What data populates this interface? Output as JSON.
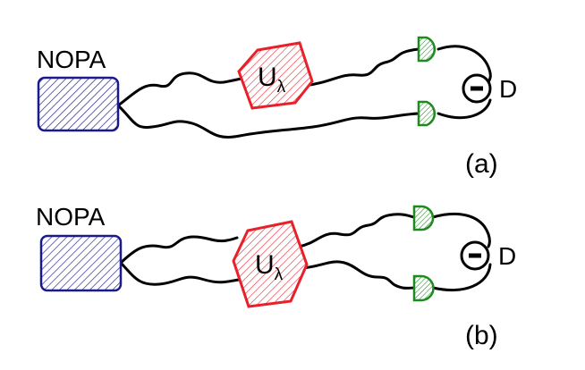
{
  "colors": {
    "nopa": "#1a1a8c",
    "unitary": "#e8202a",
    "detector": "#1f8a1f",
    "fiber": "#000000"
  },
  "panels": [
    {
      "nopa_label": "NOPA",
      "unitary_label": "U",
      "unitary_subscript": "λ",
      "detector_symbol": "−",
      "detector_label": "D",
      "panel_label": "(a)"
    },
    {
      "nopa_label": "NOPA",
      "unitary_label": "U",
      "unitary_subscript": "λ",
      "detector_symbol": "−",
      "detector_label": "D",
      "panel_label": "(b)"
    }
  ]
}
